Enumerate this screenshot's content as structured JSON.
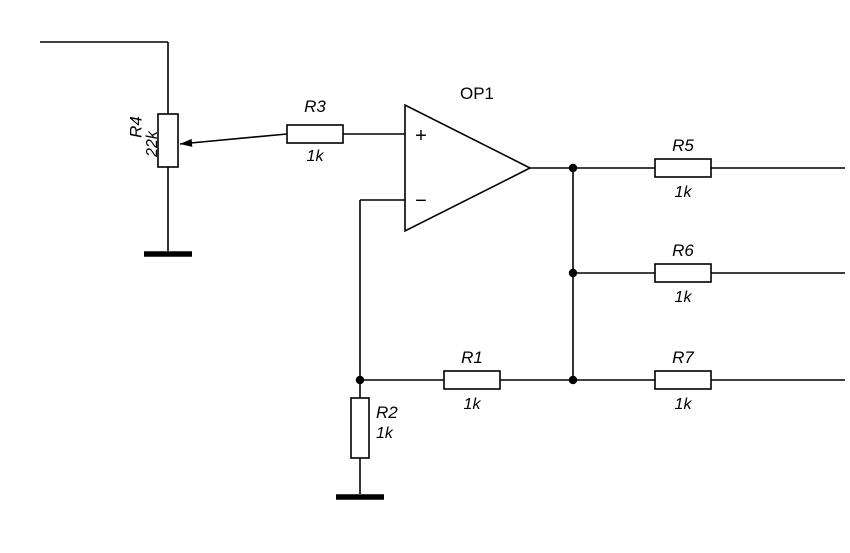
{
  "schematic": {
    "opamp": {
      "label": "OP1",
      "plus_input": "+",
      "minus_input": "−"
    },
    "potentiometer": {
      "label": "R4",
      "value": "22k"
    },
    "resistors": {
      "r1": {
        "label": "R1",
        "value": "1k"
      },
      "r2": {
        "label": "R2",
        "value": "1k"
      },
      "r3": {
        "label": "R3",
        "value": "1k"
      },
      "r5": {
        "label": "R5",
        "value": "1k"
      },
      "r6": {
        "label": "R6",
        "value": "1k"
      },
      "r7": {
        "label": "R7",
        "value": "1k"
      }
    }
  }
}
